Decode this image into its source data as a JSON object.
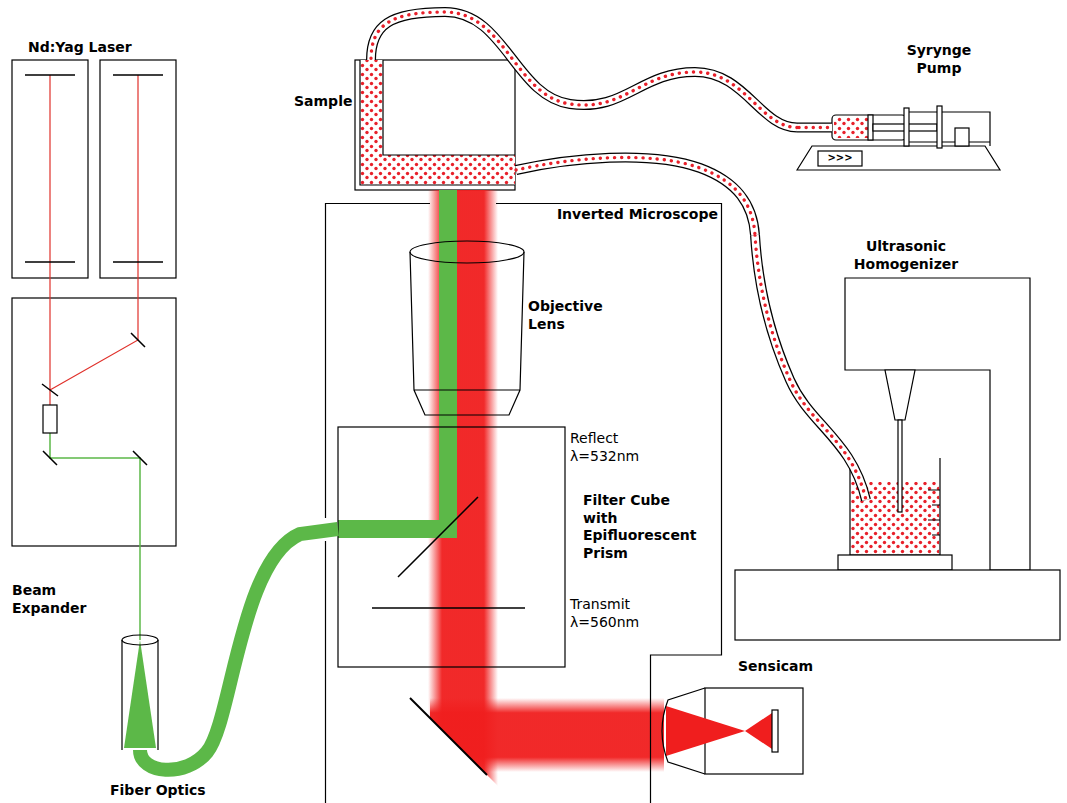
{
  "diagram": {
    "nodes": [
      {
        "text": [
          "Nd:Yag Laser"
        ]
      },
      {
        "text": [
          "Sample"
        ]
      },
      {
        "text": [
          "Syrynge Pump"
        ]
      },
      {
        "text": [
          "Inverted Microscope"
        ]
      },
      {
        "text": [
          "Objective Lens"
        ],
        "in": 3
      },
      {
        "text": [
          "Reflect λ=532nm",
          "Filter Cube with Epifluorescent Prism",
          "Transmit λ=560nm"
        ],
        "in": 3
      },
      {
        "text": [
          "Ultrasonic Homogenizer"
        ]
      },
      {
        "text": [
          "Beam Expander"
        ]
      },
      {
        "text": [
          "Sensicam"
        ]
      }
    ],
    "edges": [
      {
        "from": 0,
        "to": 7,
        "arrow": "none"
      },
      {
        "from": 7,
        "to": 5,
        "label": "Fiber Optics",
        "arrow": "none"
      },
      {
        "from": 2,
        "to": 1,
        "arrow": "none"
      },
      {
        "from": 1,
        "to": 6,
        "arrow": "none"
      }
    ],
    "labels": [
      ">>>"
    ]
  }
}
